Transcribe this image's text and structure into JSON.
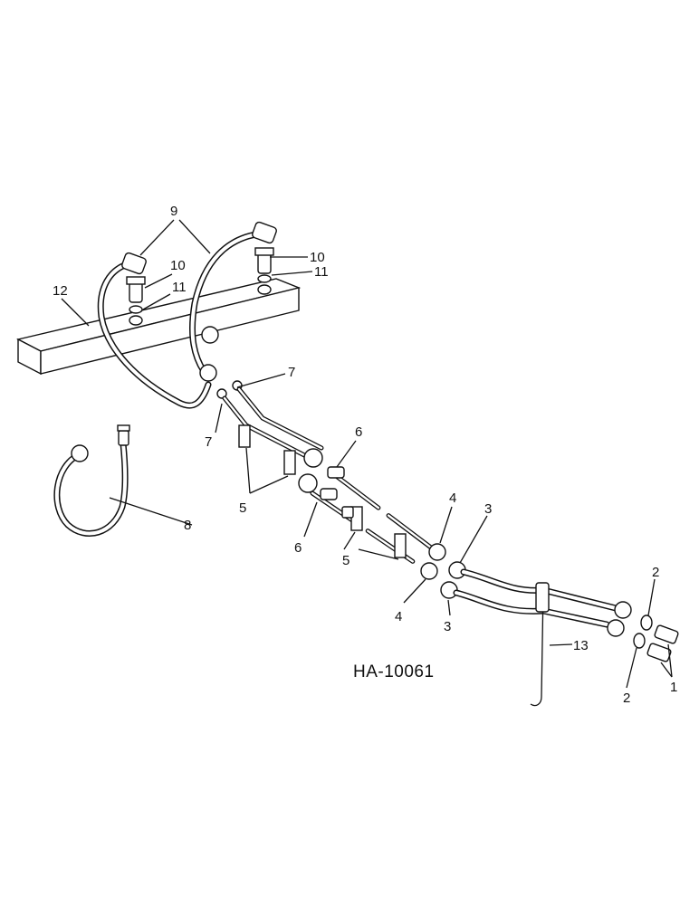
{
  "drawing_code": "HA-10061",
  "callouts": {
    "c1": "1",
    "c2a": "2",
    "c2b": "2",
    "c3a": "3",
    "c3b": "3",
    "c4a": "4",
    "c4b": "4",
    "c5a": "5",
    "c5b": "5",
    "c6a": "6",
    "c6b": "6",
    "c7a": "7",
    "c7b": "7",
    "c8": "8",
    "c9": "9",
    "c10a": "10",
    "c10b": "10",
    "c11a": "11",
    "c11b": "11",
    "c12": "12",
    "c13": "13"
  }
}
